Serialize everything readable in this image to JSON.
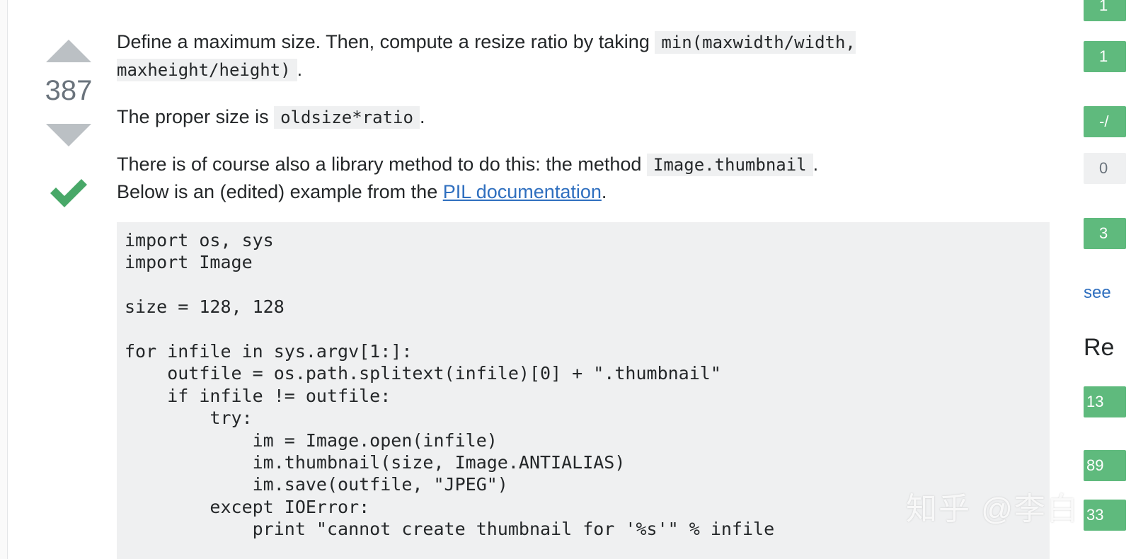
{
  "vote": {
    "count": "387"
  },
  "answer": {
    "p1_text_a": "Define a maximum size. Then, compute a resize ratio by taking ",
    "p1_code": "min(maxwidth/width, maxheight/height)",
    "p1_text_b": ".",
    "p2_text_a": "The proper size is ",
    "p2_code": "oldsize*ratio",
    "p2_text_b": ".",
    "p3_text_a": "There is of course also a library method to do this: the method ",
    "p3_code": "Image.thumbnail",
    "p3_text_b": ".",
    "p3_text_c": "Below is an (edited) example from the ",
    "p3_link": "PIL documentation",
    "p3_text_d": "."
  },
  "code_lines": [
    "import os, sys",
    "import Image",
    "",
    "size = 128, 128",
    "",
    "for infile in sys.argv[1:]:",
    "    outfile = os.path.splitext(infile)[0] + \".thumbnail\"",
    "    if infile != outfile:",
    "        try:",
    "            im = Image.open(infile)",
    "            im.thumbnail(size, Image.ANTIALIAS)",
    "            im.save(outfile, \"JPEG\")",
    "        except IOError:",
    "            print \"cannot create thumbnail for '%s'\" % infile"
  ],
  "sidebar": {
    "badges_top": [
      "1",
      "1",
      "-/",
      "0",
      "3"
    ],
    "see_link": "see",
    "related_heading": "Re",
    "badges_related": [
      "13",
      "89",
      "33"
    ]
  },
  "watermark": "知乎 @李白",
  "colors": {
    "accent_green": "#5fba7d",
    "accepted_green": "#48a868",
    "link_blue": "#2f6fbf",
    "code_bg": "#eff0f1",
    "vote_arrow_grey": "#bbc0c4"
  }
}
